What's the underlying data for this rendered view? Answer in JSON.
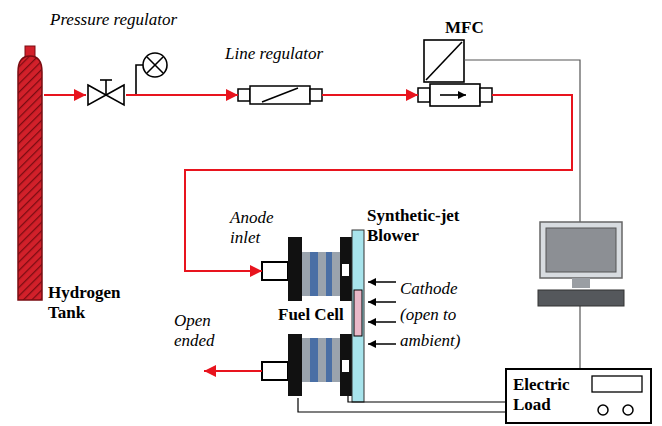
{
  "diagram": {
    "nodes": [
      {
        "text": [
          "Hydrogen Tank"
        ]
      },
      {
        "text": [
          "Pressure regulator"
        ]
      },
      {
        "text": [
          "Line regulator"
        ]
      },
      {
        "text": [
          "MFC"
        ]
      },
      {
        "text": [
          "Fuel Cell"
        ]
      },
      {
        "text": [
          "Electric Load"
        ]
      }
    ],
    "edges": [
      {
        "from": 0,
        "to": 1,
        "arrow": "to"
      },
      {
        "from": 1,
        "to": 2,
        "arrow": "to"
      },
      {
        "from": 2,
        "to": 3,
        "arrow": "to"
      },
      {
        "from": 3,
        "to": 4,
        "arrow": "to"
      },
      {
        "from": 4,
        "to": 5,
        "arrow": "none"
      }
    ],
    "labels": [
      "Anode inlet",
      "Synthetic-jet Blower",
      "Cathode (open to ambient)",
      "Open ended"
    ]
  }
}
